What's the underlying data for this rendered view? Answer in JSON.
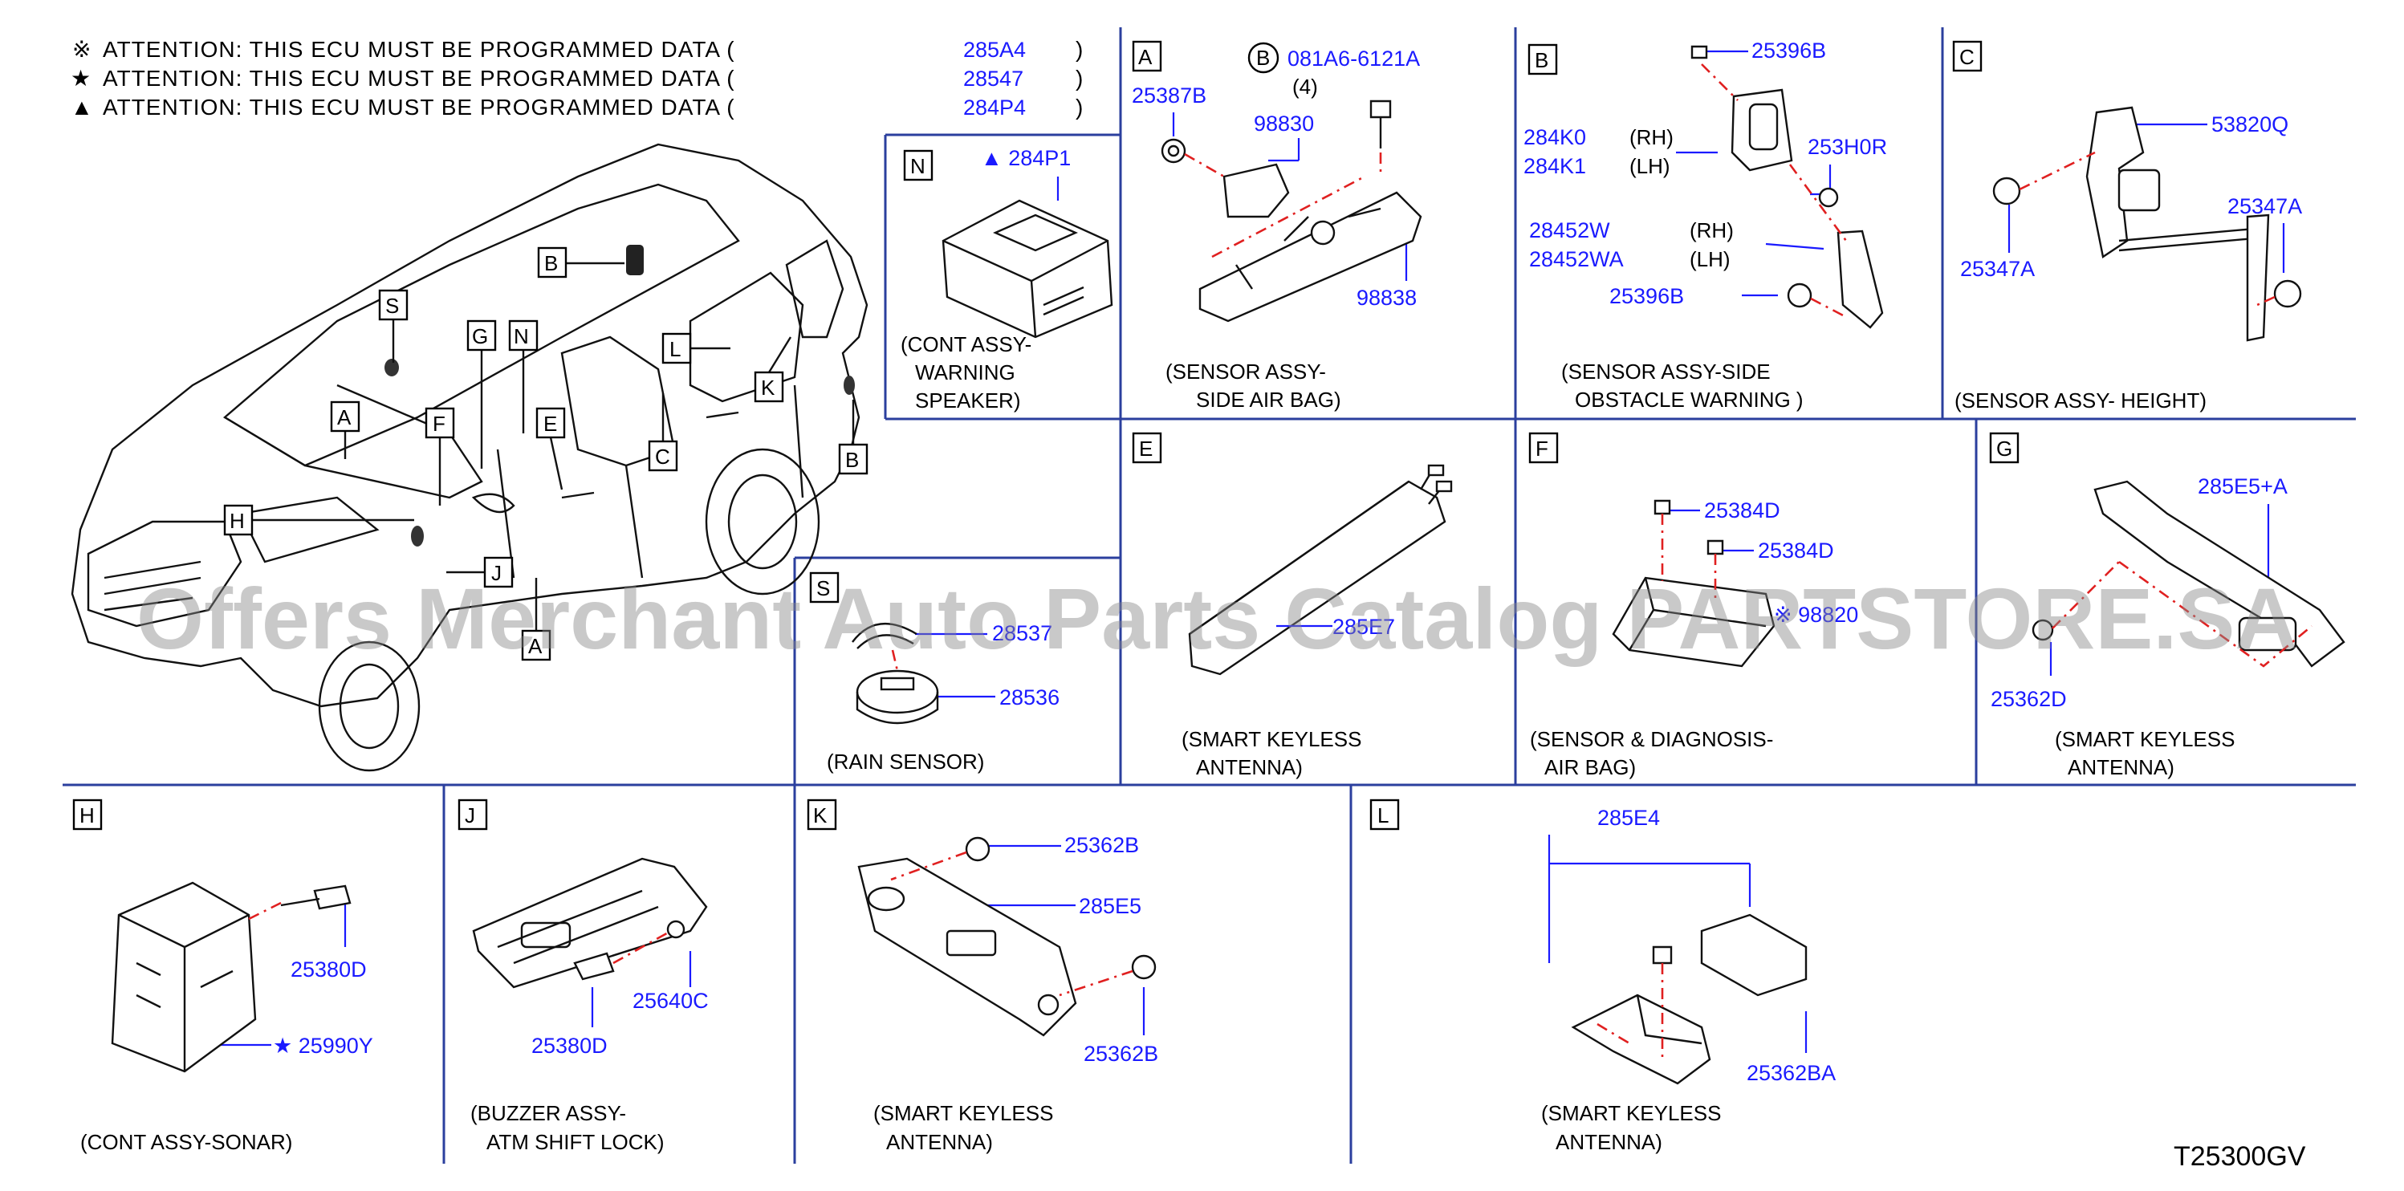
{
  "attention": [
    {
      "symbol": "※",
      "text": "ATTENTION:  THIS  ECU  MUST  BE  PROGRAMMED  DATA  (",
      "part": "285A4",
      "close": ")"
    },
    {
      "symbol": "★",
      "text": "ATTENTION:  THIS  ECU  MUST  BE  PROGRAMMED  DATA  (",
      "part": "28547",
      "close": ")"
    },
    {
      "symbol": "▲",
      "text": "ATTENTION:  THIS  ECU  MUST  BE  PROGRAMMED  DATA  (",
      "part": "284P4",
      "close": ")"
    }
  ],
  "car_callouts": [
    "S",
    "B",
    "G",
    "N",
    "A",
    "F",
    "E",
    "L",
    "K",
    "C",
    "H",
    "J",
    "A",
    "B"
  ],
  "panels": {
    "N": {
      "letter": "N",
      "parts": [
        "▲ 284P1"
      ],
      "caption": [
        "(CONT  ASSY-",
        "WARNING",
        "SPEAKER)"
      ]
    },
    "A": {
      "letter": "A",
      "parts": [
        "081A6-6121A",
        "(4)",
        "25387B",
        "98830",
        "98838"
      ],
      "circle": "B",
      "caption": [
        "(SENSOR  ASSY-",
        "SIDE  AIR  BAG)"
      ]
    },
    "B": {
      "letter": "B",
      "parts": [
        "25396B",
        "284K0",
        "(RH)",
        "284K1",
        "(LH)",
        "253H0R",
        "28452W",
        "(RH)",
        "28452WA",
        "(LH)",
        "25396B"
      ],
      "caption": [
        "(SENSOR  ASSY-SIDE",
        "OBSTACLE  WARNING  )"
      ]
    },
    "C": {
      "letter": "C",
      "parts": [
        "53820Q",
        "25347A",
        "25347A"
      ],
      "caption": [
        "(SENSOR  ASSY-  HEIGHT)"
      ]
    },
    "S": {
      "letter": "S",
      "parts": [
        "28537",
        "28536"
      ],
      "caption": [
        "(RAIN  SENSOR)"
      ]
    },
    "E": {
      "letter": "E",
      "parts": [
        "285E7"
      ],
      "caption": [
        "(SMART  KEYLESS",
        "ANTENNA)"
      ]
    },
    "F": {
      "letter": "F",
      "parts": [
        "25384D",
        "25384D",
        "※ 98820"
      ],
      "caption": [
        "(SENSOR  &  DIAGNOSIS-",
        "AIR  BAG)"
      ]
    },
    "G": {
      "letter": "G",
      "parts": [
        "285E5+A",
        "25362D"
      ],
      "caption": [
        "(SMART  KEYLESS",
        "ANTENNA)"
      ]
    },
    "H": {
      "letter": "H",
      "parts": [
        "25380D",
        "★ 25990Y"
      ],
      "caption": [
        "(CONT  ASSY-SONAR)"
      ]
    },
    "J": {
      "letter": "J",
      "parts": [
        "25640C",
        "25380D"
      ],
      "caption": [
        "(BUZZER  ASSY-",
        "ATM  SHIFT  LOCK)"
      ]
    },
    "K": {
      "letter": "K",
      "parts": [
        "25362B",
        "285E5",
        "25362B"
      ],
      "caption": [
        "(SMART  KEYLESS",
        "ANTENNA)"
      ]
    },
    "L": {
      "letter": "L",
      "parts": [
        "285E4",
        "25362BA"
      ],
      "caption": [
        "(SMART  KEYLESS",
        "ANTENNA)"
      ]
    }
  },
  "watermark": "Offers Merchant Auto Parts Catalog PARTSTORE.SA",
  "diagram_code": "T25300GV",
  "colors": {
    "grid": "#2b3f9e",
    "part_number": "#1a1aff",
    "guide": "#e02020"
  }
}
